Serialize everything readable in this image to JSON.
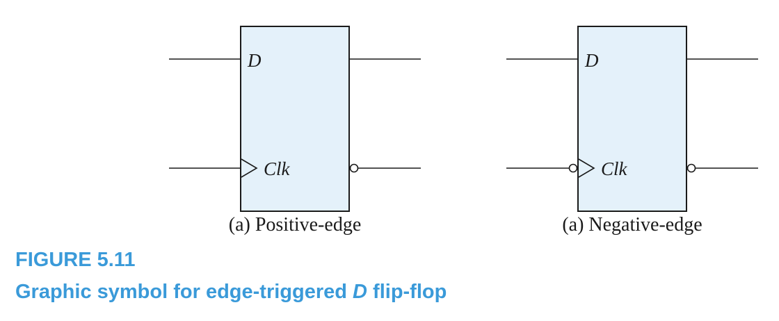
{
  "colors": {
    "box_fill": "#e4f1fa",
    "stroke": "#1a1a1a",
    "accent": "#3a9ad9"
  },
  "flipflops": [
    {
      "d_label": "D",
      "clk_label": "Clk",
      "caption": "(a) Positive-edge",
      "clock_inverted": false
    },
    {
      "d_label": "D",
      "clk_label": "Clk",
      "caption": "(a) Negative-edge",
      "clock_inverted": true
    }
  ],
  "figure": {
    "number": "FIGURE 5.11",
    "caption_before": "Graphic symbol for edge-triggered ",
    "caption_italic": "D",
    "caption_after": " flip-flop"
  }
}
